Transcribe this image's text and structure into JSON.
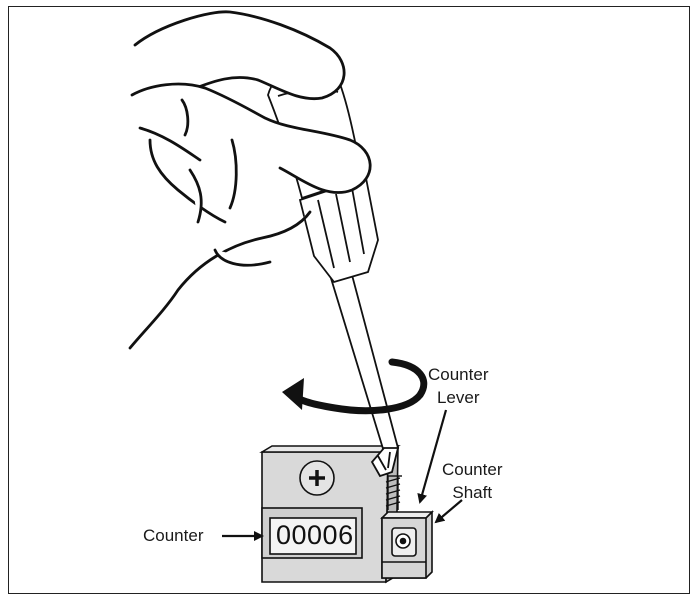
{
  "labels": {
    "counter_lever_line1": "Counter",
    "counter_lever_line2": "Lever",
    "counter_shaft_line1": "Counter",
    "counter_shaft_line2": "Shaft",
    "counter": "Counter"
  },
  "counter_display": "00006",
  "colors": {
    "line": "#111111",
    "counter_body": "#d9d9d9",
    "counter_shade": "#bdbdbd",
    "background": "#ffffff"
  }
}
